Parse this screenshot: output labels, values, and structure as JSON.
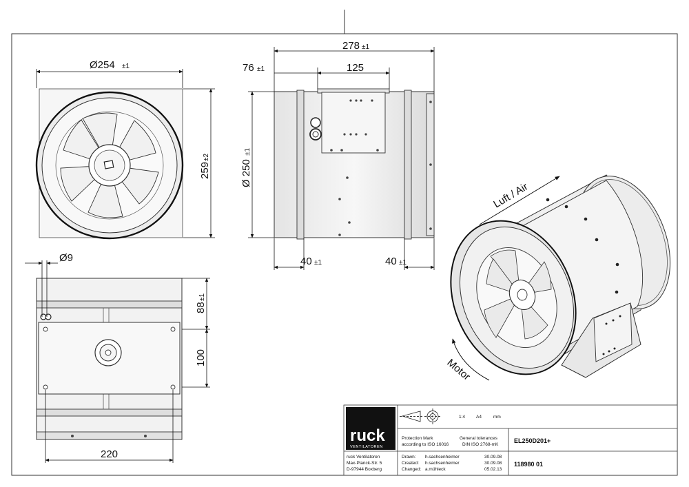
{
  "drawing": {
    "dimensions": {
      "outer_diameter": {
        "value": "Ø254",
        "tol": "±1"
      },
      "height": {
        "value": "259",
        "tol": "±2"
      },
      "length": {
        "value": "278",
        "tol": "±1"
      },
      "flange_offset": {
        "value": "76",
        "tol": "±1"
      },
      "bracket_width": "125",
      "duct_diameter": {
        "value": "Ø 250",
        "tol": "±1"
      },
      "left_ring": {
        "value": "40",
        "tol": "±1"
      },
      "right_ring": {
        "value": "40",
        "tol": "±1"
      },
      "hole_diameter": "Ø9",
      "top_offset": {
        "value": "88",
        "tol": "±1"
      },
      "hole_spacing": "100",
      "base_width": "220"
    },
    "labels": {
      "airflow": "Luft / Air",
      "rotation": "Motor"
    }
  },
  "title_block": {
    "scale": "1:4",
    "paper": "A4",
    "units": "mm",
    "logo_text": "ruck",
    "logo_sub": "VENTILATOREN",
    "protection_mark_1": "Protection Mark",
    "protection_mark_2": "according to ISO 16016",
    "general_tol_1": "General tolerances",
    "general_tol_2": "DIN ISO 2768-mK",
    "product": "EL250D201+",
    "part_number": "118980 01",
    "company": [
      "ruck Ventilatoren",
      "Max-Planck-Str. 5",
      "D-97944 Boxberg"
    ],
    "drawn_label": "Drawn:",
    "drawn_by": "h.sachsenheimer",
    "drawn_date": "30.09.08",
    "created_label": "Created:",
    "created_by": "h.sachsenheimer",
    "created_date": "30.09.08",
    "changed_label": "Changed:",
    "changed_by": "a.mühleck",
    "changed_date": "05.02.13"
  }
}
